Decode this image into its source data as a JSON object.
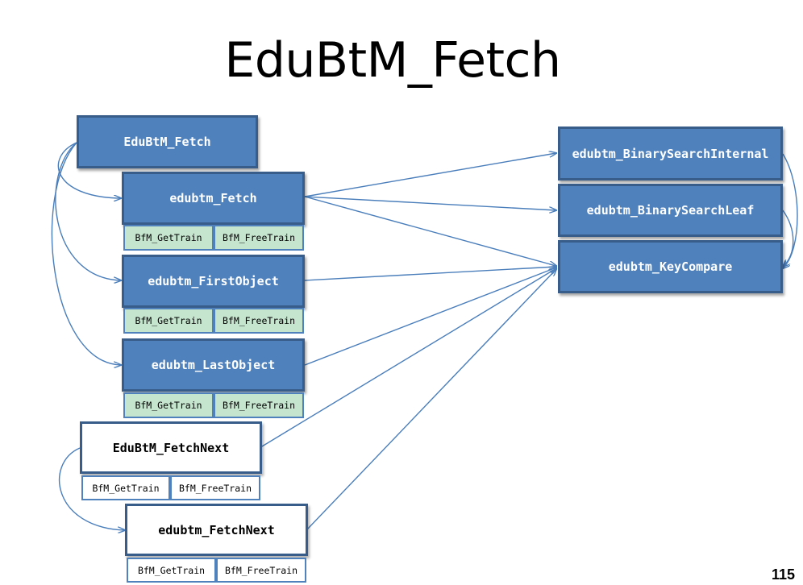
{
  "title": "EduBtM_Fetch",
  "page_number": "115",
  "colors": {
    "box_fill": "#4f81bd",
    "box_border": "#385d8a",
    "sub_fill_green": "#c6e5cf",
    "arrow": "#4a7ebb"
  },
  "nodes": {
    "edubtm_fetch_main": "EduBtM_Fetch",
    "edubtm_fetch": "edubtm_Fetch",
    "edubtm_firstobject": "edubtm_FirstObject",
    "edubtm_lastobject": "edubtm_LastObject",
    "edubtm_fetchnext_main": "EduBtM_FetchNext",
    "edubtm_fetchnext": "edubtm_FetchNext",
    "binarysearchinternal": "edubtm_BinarySearchInternal",
    "binarysearchleaf": "edubtm_BinarySearchLeaf",
    "keycompare": "edubtm_KeyCompare"
  },
  "sub_labels": {
    "get_train": "BfM_GetTrain",
    "free_train": "BfM_FreeTrain"
  }
}
